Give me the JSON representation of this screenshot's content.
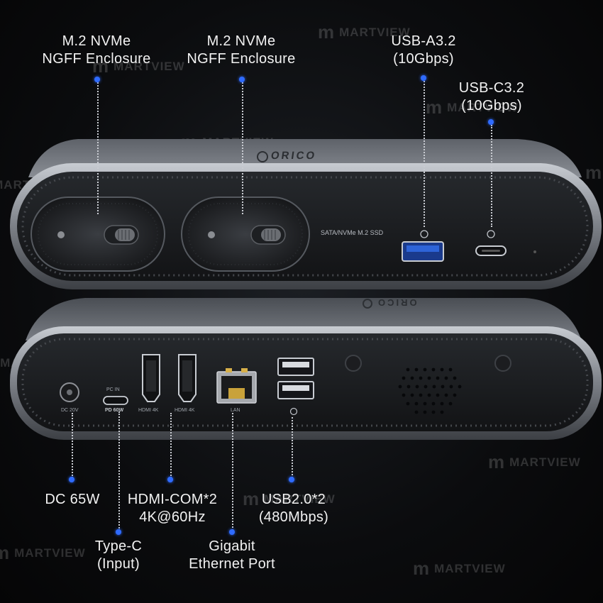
{
  "brand": "ORICO",
  "watermark": "MARTVIEW",
  "top_unit": {
    "print_label": "SATA/NVMe M.2 SSD"
  },
  "rear_unit": {
    "port_labels": {
      "dc": "DC 20V",
      "pc_in": "PC IN",
      "pd": "PD 60W",
      "hdmi1": "HDMI 4K",
      "hdmi2": "HDMI 4K",
      "lan": "LAN"
    }
  },
  "callouts": {
    "m2_left": [
      "M.2  NVMe",
      "NGFF Enclosure"
    ],
    "m2_right": [
      "M.2  NVMe",
      "NGFF Enclosure"
    ],
    "usb_a": [
      "USB-A3.2",
      "(10Gbps)"
    ],
    "usb_c": [
      "USB-C3.2",
      "(10Gbps)"
    ],
    "dc": [
      "DC 65W"
    ],
    "type_c": [
      "Type-C",
      "(Input)"
    ],
    "hdmi": [
      "HDMI-COM*2",
      "4K@60Hz"
    ],
    "ethernet": [
      "Gigabit",
      "Ethernet Port"
    ],
    "usb2": [
      "USB2.0*2",
      "(480Mbps)"
    ]
  },
  "colors": {
    "accent_dot": "#2f6bff",
    "body_metal": "#6a6e75",
    "panel_black": "#17191c"
  }
}
